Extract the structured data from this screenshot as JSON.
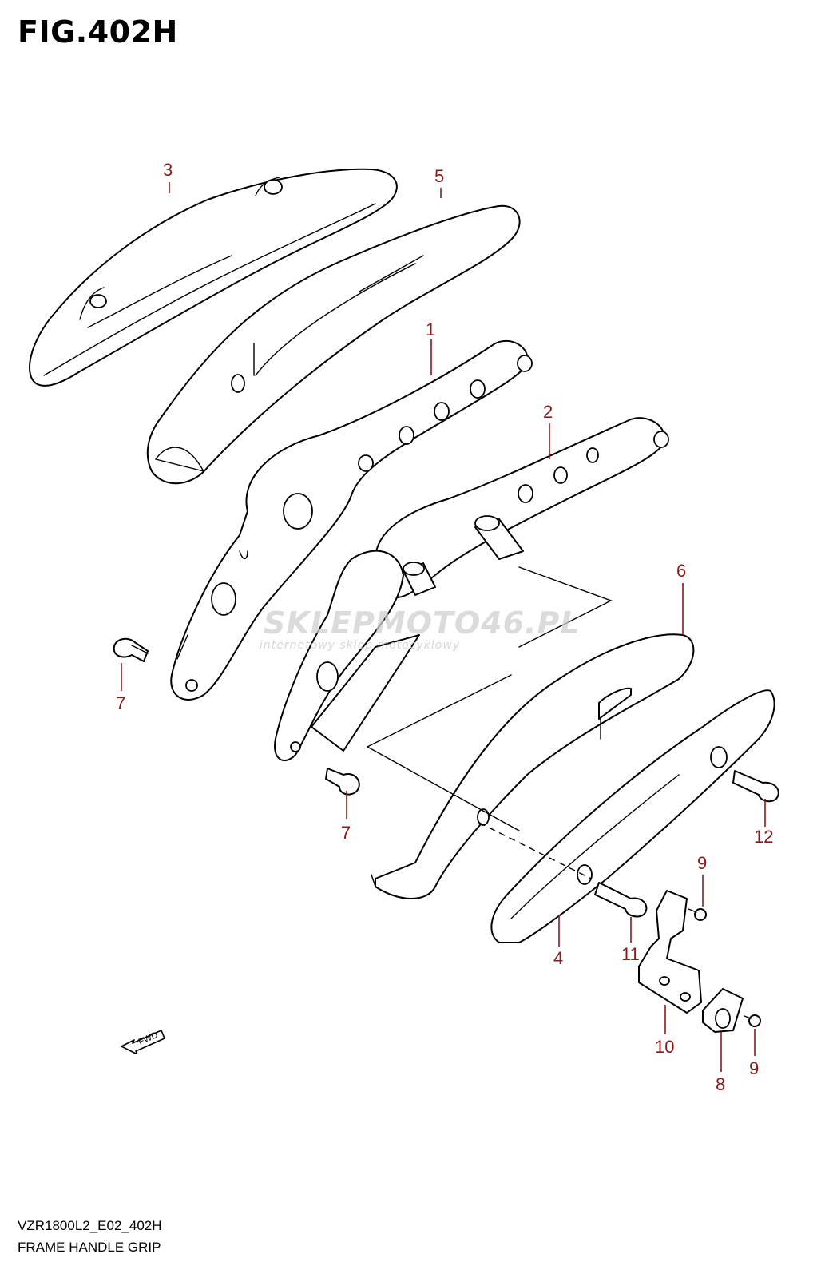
{
  "figure": {
    "title": "FIG.402H",
    "code": "VZR1800L2_E02_402H",
    "name": "FRAME HANDLE GRIP"
  },
  "watermark": {
    "main": "SKLEPMOTO46.PL",
    "sub": "internetowy sklep motocyklowy"
  },
  "fwd_label": "FWD",
  "callouts": [
    {
      "id": "c3",
      "label": "3"
    },
    {
      "id": "c5",
      "label": "5"
    },
    {
      "id": "c1",
      "label": "1"
    },
    {
      "id": "c2",
      "label": "2"
    },
    {
      "id": "c6",
      "label": "6"
    },
    {
      "id": "c7a",
      "label": "7"
    },
    {
      "id": "c7b",
      "label": "7"
    },
    {
      "id": "c12",
      "label": "12"
    },
    {
      "id": "c9a",
      "label": "9"
    },
    {
      "id": "c11",
      "label": "11"
    },
    {
      "id": "c4",
      "label": "4"
    },
    {
      "id": "c10",
      "label": "10"
    },
    {
      "id": "c8",
      "label": "8"
    },
    {
      "id": "c9b",
      "label": "9"
    }
  ],
  "colors": {
    "callout": "#8a1a1a",
    "line": "#000000",
    "watermark": "#cfcfcf"
  }
}
